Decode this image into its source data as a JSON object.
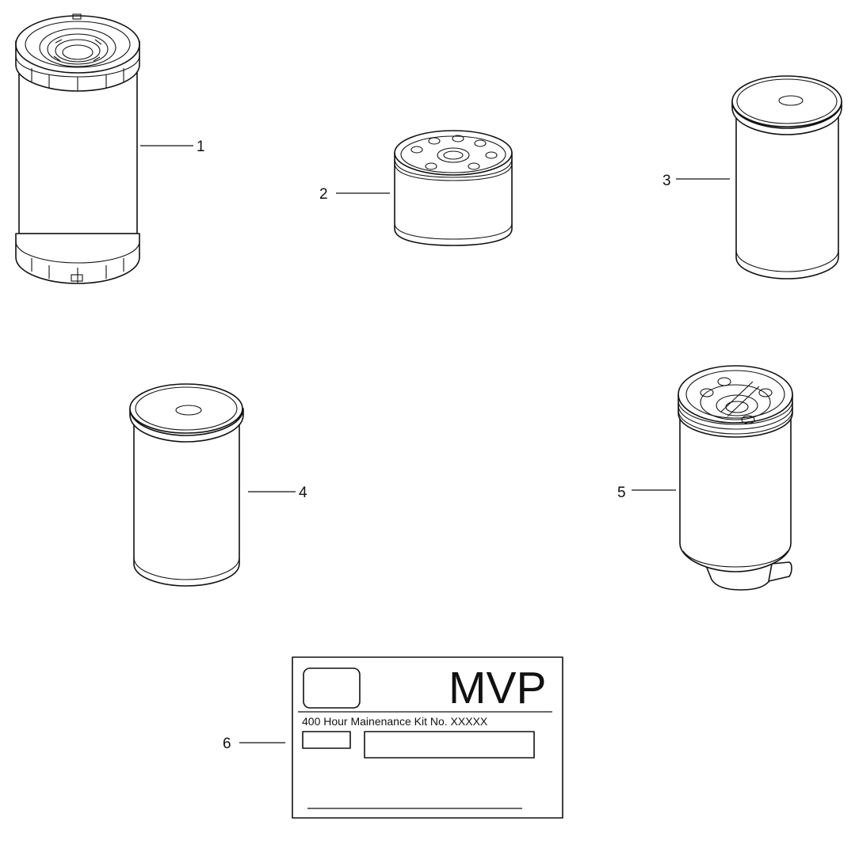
{
  "callouts": [
    "1",
    "2",
    "3",
    "4",
    "5",
    "6"
  ],
  "kit_label": {
    "brand": "MVP",
    "description": "400 Hour Mainenance Kit No. XXXXX"
  },
  "parts": [
    {
      "callout": "1",
      "icon": "large-air-filter-icon"
    },
    {
      "callout": "2",
      "icon": "spin-on-oil-filter-icon"
    },
    {
      "callout": "3",
      "icon": "spin-on-filter-icon"
    },
    {
      "callout": "4",
      "icon": "spin-on-filter-icon"
    },
    {
      "callout": "5",
      "icon": "fuel-water-separator-icon"
    },
    {
      "callout": "6",
      "icon": "kit-label-icon"
    }
  ]
}
